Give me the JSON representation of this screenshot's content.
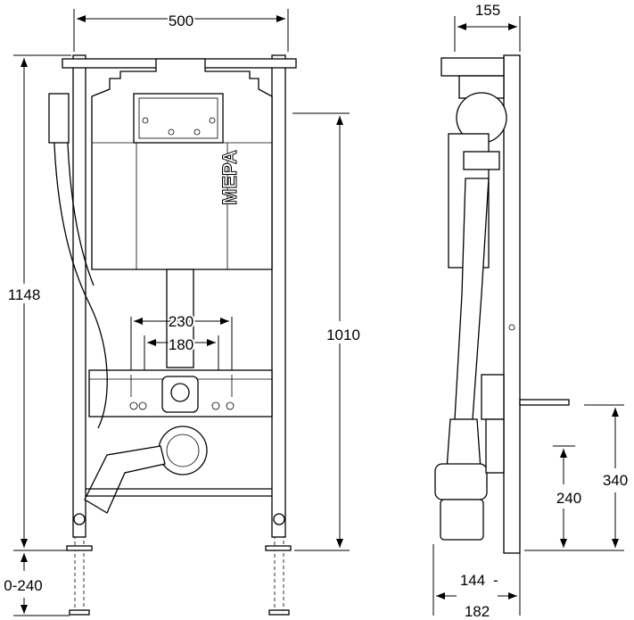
{
  "drawing": {
    "logo": "MEPA",
    "dimensions": {
      "frame_width": "500",
      "side_depth": "155",
      "total_height": "1148",
      "fixing_height": "1010",
      "bolt_spacing_outer": "230",
      "bolt_spacing_inner": "180",
      "leg_adjustment": "0-240",
      "drain_height": "340",
      "outlet_height": "240",
      "offset_min": "144",
      "offset_sep": "-",
      "offset_max": "182"
    }
  }
}
